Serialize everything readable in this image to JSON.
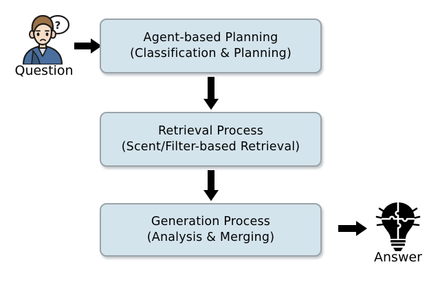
{
  "diagram": {
    "type": "flowchart",
    "colors": {
      "box_fill": "#d4e4ed",
      "box_border": "#9aa3a8",
      "arrow": "#000000",
      "text": "#000000",
      "background": "#ffffff"
    },
    "input": {
      "label": "Question",
      "icon": "person-thinking-icon",
      "bubble_symbol": "?"
    },
    "steps": [
      {
        "id": "planning",
        "title": "Agent-based Planning",
        "subtitle": "(Classification & Planning)"
      },
      {
        "id": "retrieval",
        "title": "Retrieval Process",
        "subtitle": "(Scent/Filter-based Retrieval)"
      },
      {
        "id": "generation",
        "title": "Generation Process",
        "subtitle": "(Analysis & Merging)"
      }
    ],
    "output": {
      "label": "Answer",
      "icon": "lightbulb-puzzle-icon"
    },
    "connectors": [
      {
        "id": "question-to-planning",
        "direction": "right"
      },
      {
        "id": "planning-to-retrieval",
        "direction": "down"
      },
      {
        "id": "retrieval-to-generation",
        "direction": "down"
      },
      {
        "id": "generation-to-answer",
        "direction": "right"
      }
    ]
  }
}
